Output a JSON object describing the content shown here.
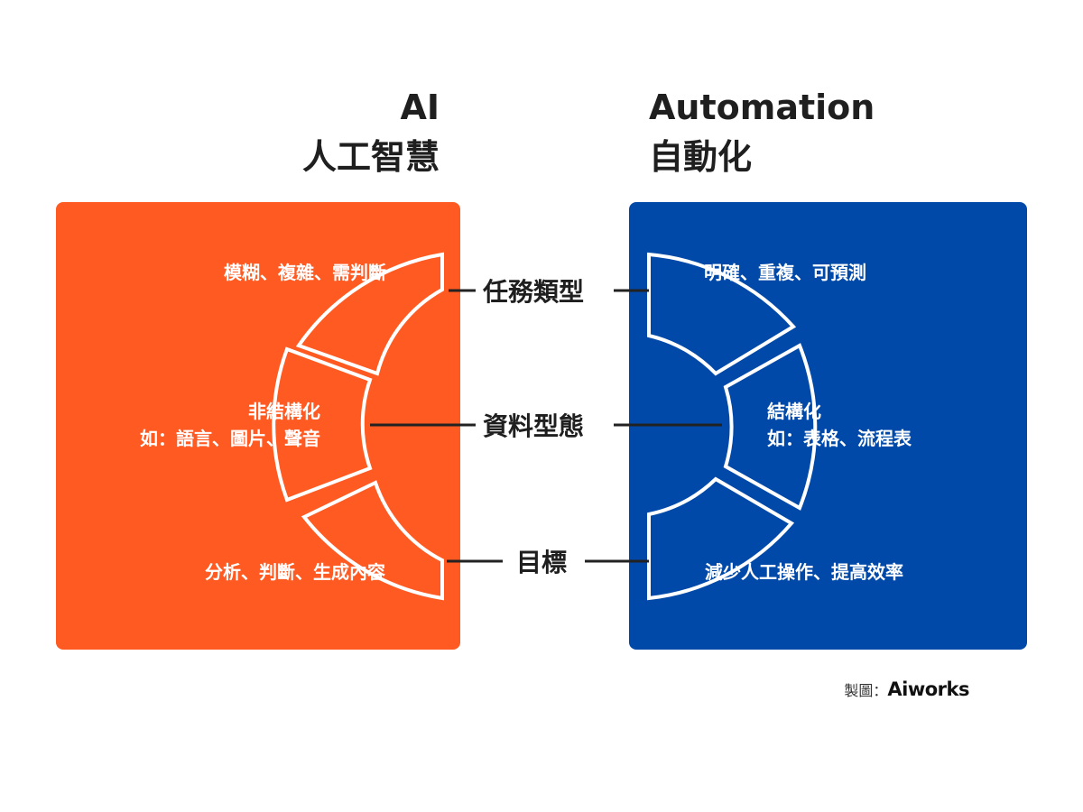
{
  "left": {
    "title_en": "AI",
    "title_zh": "人工智慧",
    "color": "#ff5a22",
    "task_type": "模糊、複雜、需判斷",
    "data_type_line1": "非結構化",
    "data_type_line2": "如：語言、圖片、聲音",
    "goal": "分析、判斷、生成內容"
  },
  "right": {
    "title_en": "Automation",
    "title_zh": "自動化",
    "color": "#0049a9",
    "task_type": "明確、重複、可預測",
    "data_type_line1": "結構化",
    "data_type_line2": "如：表格、流程表",
    "goal": "減少人工操作、提高效率"
  },
  "categories": {
    "task_type": "任務類型",
    "data_type": "資料型態",
    "goal": "目標"
  },
  "credit": {
    "prefix": "製圖：",
    "brand": "Aiworks"
  }
}
